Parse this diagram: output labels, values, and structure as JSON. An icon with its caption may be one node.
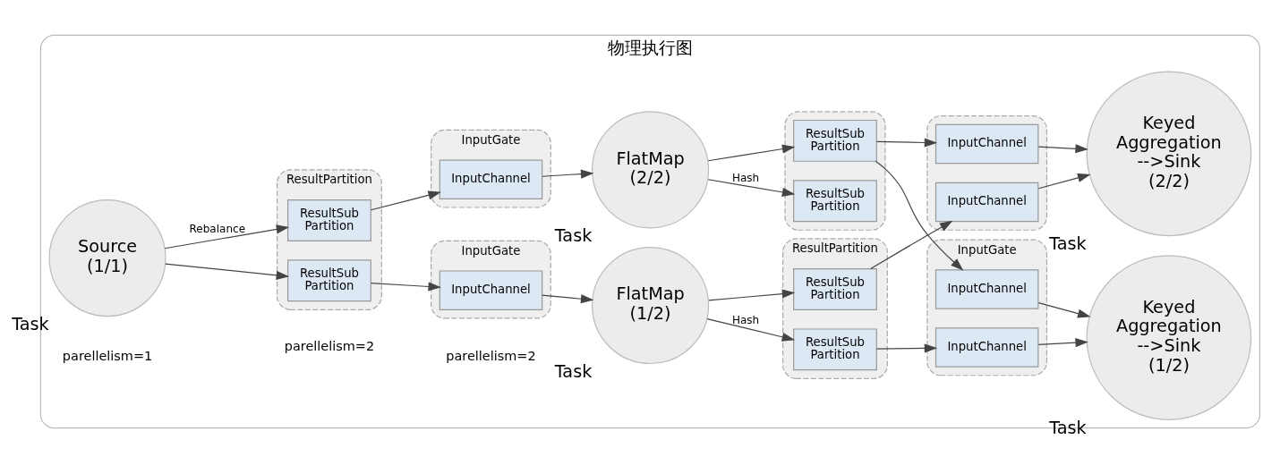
{
  "diagram": {
    "nodes": [
      {
        "text": [
          "物理执行图"
        ]
      },
      {
        "text": [
          "Source (1/1)"
        ],
        "beside": [
          "Task"
        ],
        "in": 0
      },
      {
        "text": [
          "ResultPartition"
        ],
        "in": 0
      },
      {
        "text": [
          "ResultSub Partition"
        ],
        "in": 2
      },
      {
        "text": [
          "ResultSub Partition"
        ],
        "in": 2
      },
      {
        "text": [
          "InputGate"
        ],
        "in": 0
      },
      {
        "text": [
          "InputChannel"
        ],
        "in": 5
      },
      {
        "text": [
          "InputGate"
        ],
        "in": 0
      },
      {
        "text": [
          "InputChannel"
        ],
        "in": 7
      },
      {
        "text": [
          "FlatMap (1/2)"
        ],
        "beside": [
          "Task"
        ],
        "in": 0
      },
      {
        "text": [
          "FlatMap (2/2)"
        ],
        "beside": [
          "Task"
        ],
        "in": 0
      },
      {
        "text": [
          "ResultPartition"
        ],
        "in": 0
      },
      {
        "text": [
          "ResultSub Partition"
        ],
        "in": 11
      },
      {
        "text": [
          "ResultSub Partition"
        ],
        "in": 11
      },
      {
        "text": [],
        "shape": "box",
        "in": 0
      },
      {
        "text": [
          "ResultSub Partition"
        ],
        "in": 14
      },
      {
        "text": [
          "ResultSub Partition"
        ],
        "in": 14
      },
      {
        "text": [
          "InputGate"
        ],
        "in": 0
      },
      {
        "text": [
          "InputChannel"
        ],
        "in": 17
      },
      {
        "text": [
          "InputChannel"
        ],
        "in": 17
      },
      {
        "text": [],
        "shape": "box",
        "in": 0
      },
      {
        "text": [
          "InputChannel"
        ],
        "in": 20
      },
      {
        "text": [
          "InputChannel"
        ],
        "in": 20
      },
      {
        "text": [
          "Keyed Aggregation -->Sink (1/2)"
        ],
        "beside": [
          "Task"
        ],
        "in": 0
      },
      {
        "text": [
          "Keyed Aggregation -->Sink (2/2)"
        ],
        "beside": [
          "Task"
        ],
        "in": 0
      }
    ],
    "edges": [
      {
        "from": 1,
        "to": 3,
        "arrow": "to"
      },
      {
        "from": 1,
        "to": 4,
        "arrow": "to",
        "label": "Rebalance"
      },
      {
        "from": 3,
        "to": 6,
        "arrow": "to"
      },
      {
        "from": 4,
        "to": 8,
        "arrow": "to"
      },
      {
        "from": 6,
        "to": 9,
        "arrow": "to"
      },
      {
        "from": 8,
        "to": 10,
        "arrow": "to"
      },
      {
        "from": 9,
        "to": 12,
        "arrow": "to",
        "label": "Hash"
      },
      {
        "from": 9,
        "to": 13,
        "arrow": "to"
      },
      {
        "from": 10,
        "to": 15,
        "arrow": "to",
        "label": "Hash"
      },
      {
        "from": 10,
        "to": 16,
        "arrow": "to"
      },
      {
        "from": 12,
        "to": 18,
        "arrow": "to"
      },
      {
        "from": 13,
        "to": 21,
        "arrow": "to"
      },
      {
        "from": 16,
        "to": 19,
        "arrow": "to"
      },
      {
        "from": 16,
        "to": 22,
        "arrow": "to"
      },
      {
        "from": 18,
        "to": 23,
        "arrow": "to"
      },
      {
        "from": 19,
        "to": 23,
        "arrow": "to"
      },
      {
        "from": 21,
        "to": 24,
        "arrow": "to"
      },
      {
        "from": 22,
        "to": 24,
        "arrow": "to"
      }
    ],
    "labels": [
      "parellelism=1",
      "parellelism=2",
      "parellelism=2"
    ]
  }
}
